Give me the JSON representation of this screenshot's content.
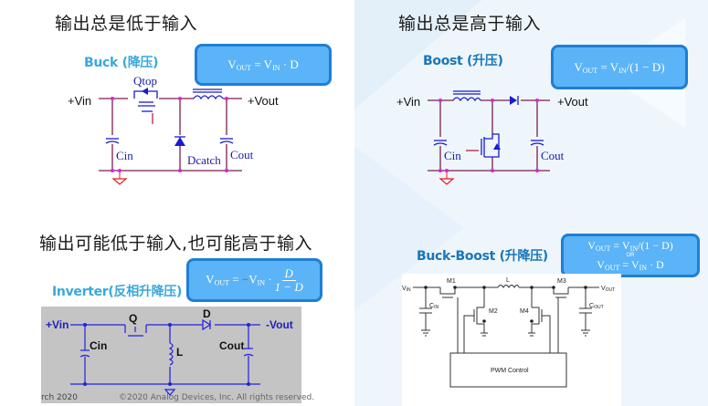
{
  "sections": {
    "buck": {
      "heading": "输出总是低于输入",
      "subtitle": "Buck (降压)",
      "formula": {
        "lhs": "V",
        "lhs_sub": "OUT",
        "eq": " = V",
        "rhs_sub": "IN",
        "tail": " · D"
      },
      "labels": {
        "vin": "+Vin",
        "vout": "+Vout",
        "q": "Qtop",
        "cin": "Cin",
        "d": "Dcatch",
        "cout": "Cout"
      }
    },
    "boost": {
      "heading": "输出总是高于输入",
      "subtitle": "Boost (升压)",
      "formula": {
        "lhs": "V",
        "lhs_sub": "OUT",
        "eq": " = V",
        "rhs_sub": "IN",
        "tail": "/(1 − D)"
      },
      "labels": {
        "vin": "+Vin",
        "vout": "+Vout",
        "cin": "Cin",
        "cout": "Cout"
      }
    },
    "inverter": {
      "heading": "输出可能低于输入,也可能高于输入",
      "subtitle": "Inverter(反相升降压)",
      "formula": {
        "lhs": "V",
        "lhs_sub": "OUT",
        "eq": " = ",
        "neg": "−",
        "v": "V",
        "rhs_sub": "IN",
        "dot": " ·",
        "num": "D",
        "den": "1 − D"
      },
      "labels": {
        "vin": "+Vin",
        "vout": "-Vout",
        "q": "Q",
        "d": "D",
        "cin": "Cin",
        "l": "L",
        "cout": "Cout"
      }
    },
    "buck_boost": {
      "subtitle": "Buck-Boost (升降压)",
      "formula": {
        "line1": {
          "lhs": "V",
          "lhs_sub": "OUT",
          "eq": " = V",
          "rhs_sub": "IN",
          "tail": "/(1 − D)"
        },
        "or": "OR",
        "line2": {
          "lhs": "V",
          "lhs_sub": "OUT",
          "eq": " = V",
          "rhs_sub": "IN",
          "tail": " · D"
        }
      },
      "labels": {
        "vin": "V",
        "vin_sub": "IN",
        "vout": "V",
        "vout_sub": "OUT",
        "m1": "M1",
        "m2": "M2",
        "m3": "M3",
        "m4": "M4",
        "l": "L",
        "cin": "C",
        "cin_sub": "IN",
        "cout": "C",
        "cout_sub": "OUT",
        "pwm": "PWM Control"
      }
    }
  },
  "footer": {
    "date": "rch 2020",
    "copyright": "©2020 Analog Devices, Inc. All rights reserved."
  },
  "colors": {
    "formula_bg": "#5ab4f7",
    "formula_border": "#1e7fd6",
    "subtitle": "#3aa8dc",
    "wire": "#7a1f4f",
    "component": "#1a1ad0",
    "node": "#e01ee0"
  }
}
